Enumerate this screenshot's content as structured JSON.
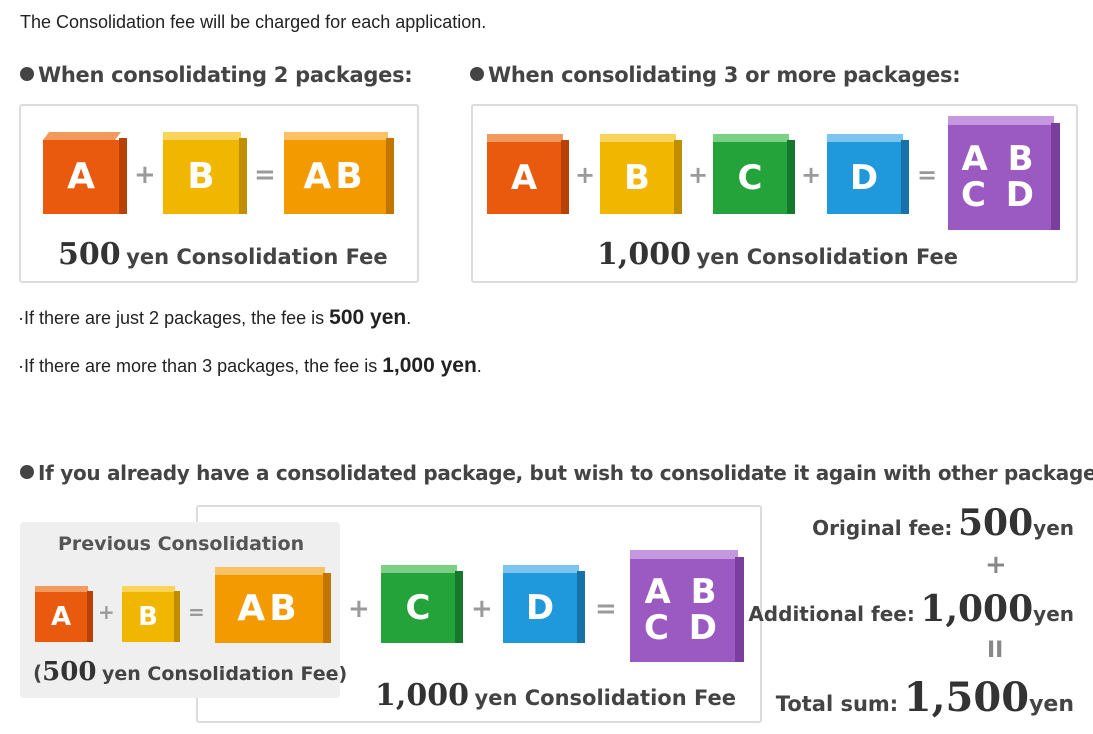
{
  "intro": "The Consolidation fee will be charged for each application.",
  "section1": {
    "heading_left": "When consolidating 2 packages:",
    "heading_right": "When consolidating 3 or more packages:"
  },
  "panel_two": {
    "boxes": [
      "A",
      "B",
      "AB"
    ],
    "ops": [
      "+",
      "="
    ],
    "fee_amount": "500",
    "fee_text": "yen Consolidation Fee"
  },
  "panel_many": {
    "boxes": [
      "A",
      "B",
      "C",
      "D"
    ],
    "result_top": "A B",
    "result_bottom": "C D",
    "ops": [
      "+",
      "+",
      "+",
      "="
    ],
    "fee_amount": "1,000",
    "fee_text": "yen Consolidation Fee"
  },
  "bullets": [
    {
      "prefix": "·If there are just 2 packages, the fee is ",
      "amount": "500 yen",
      "suffix": "."
    },
    {
      "prefix": "·If there are more than 3 packages, the fee is ",
      "amount": "1,000 yen",
      "suffix": "."
    }
  ],
  "section2": {
    "heading": "If you already have a consolidated package, but wish to consolidate it again with other packages:",
    "previous_label": "Previous Consolidation",
    "previous_fee_open": "(",
    "previous_fee_amount": "500",
    "previous_fee_text": "yen Consolidation Fee)",
    "main_fee_amount": "1,000",
    "main_fee_text": "yen Consolidation Fee",
    "prev_boxes": [
      "A",
      "B",
      "AB"
    ],
    "new_boxes": [
      "C",
      "D"
    ],
    "result_top": "A B",
    "result_bottom": "C D",
    "ops": [
      "+",
      "=",
      "+",
      "+",
      "="
    ],
    "summary": {
      "original_label": "Original fee:",
      "original_amount": "500",
      "original_unit": "yen",
      "plus": "+",
      "additional_label": "Additional fee:",
      "additional_amount": "1,000",
      "additional_unit": "yen",
      "equals": "II",
      "total_label": "Total sum:",
      "total_amount": "1,500",
      "total_unit": "yen"
    }
  },
  "colors": {
    "orange": "#ea5a0e",
    "yellow": "#f0b600",
    "amber": "#f39a00",
    "green": "#23a33a",
    "blue": "#1f98dc",
    "purple": "#9b59c2",
    "panel_border": "#dcdcdc"
  }
}
